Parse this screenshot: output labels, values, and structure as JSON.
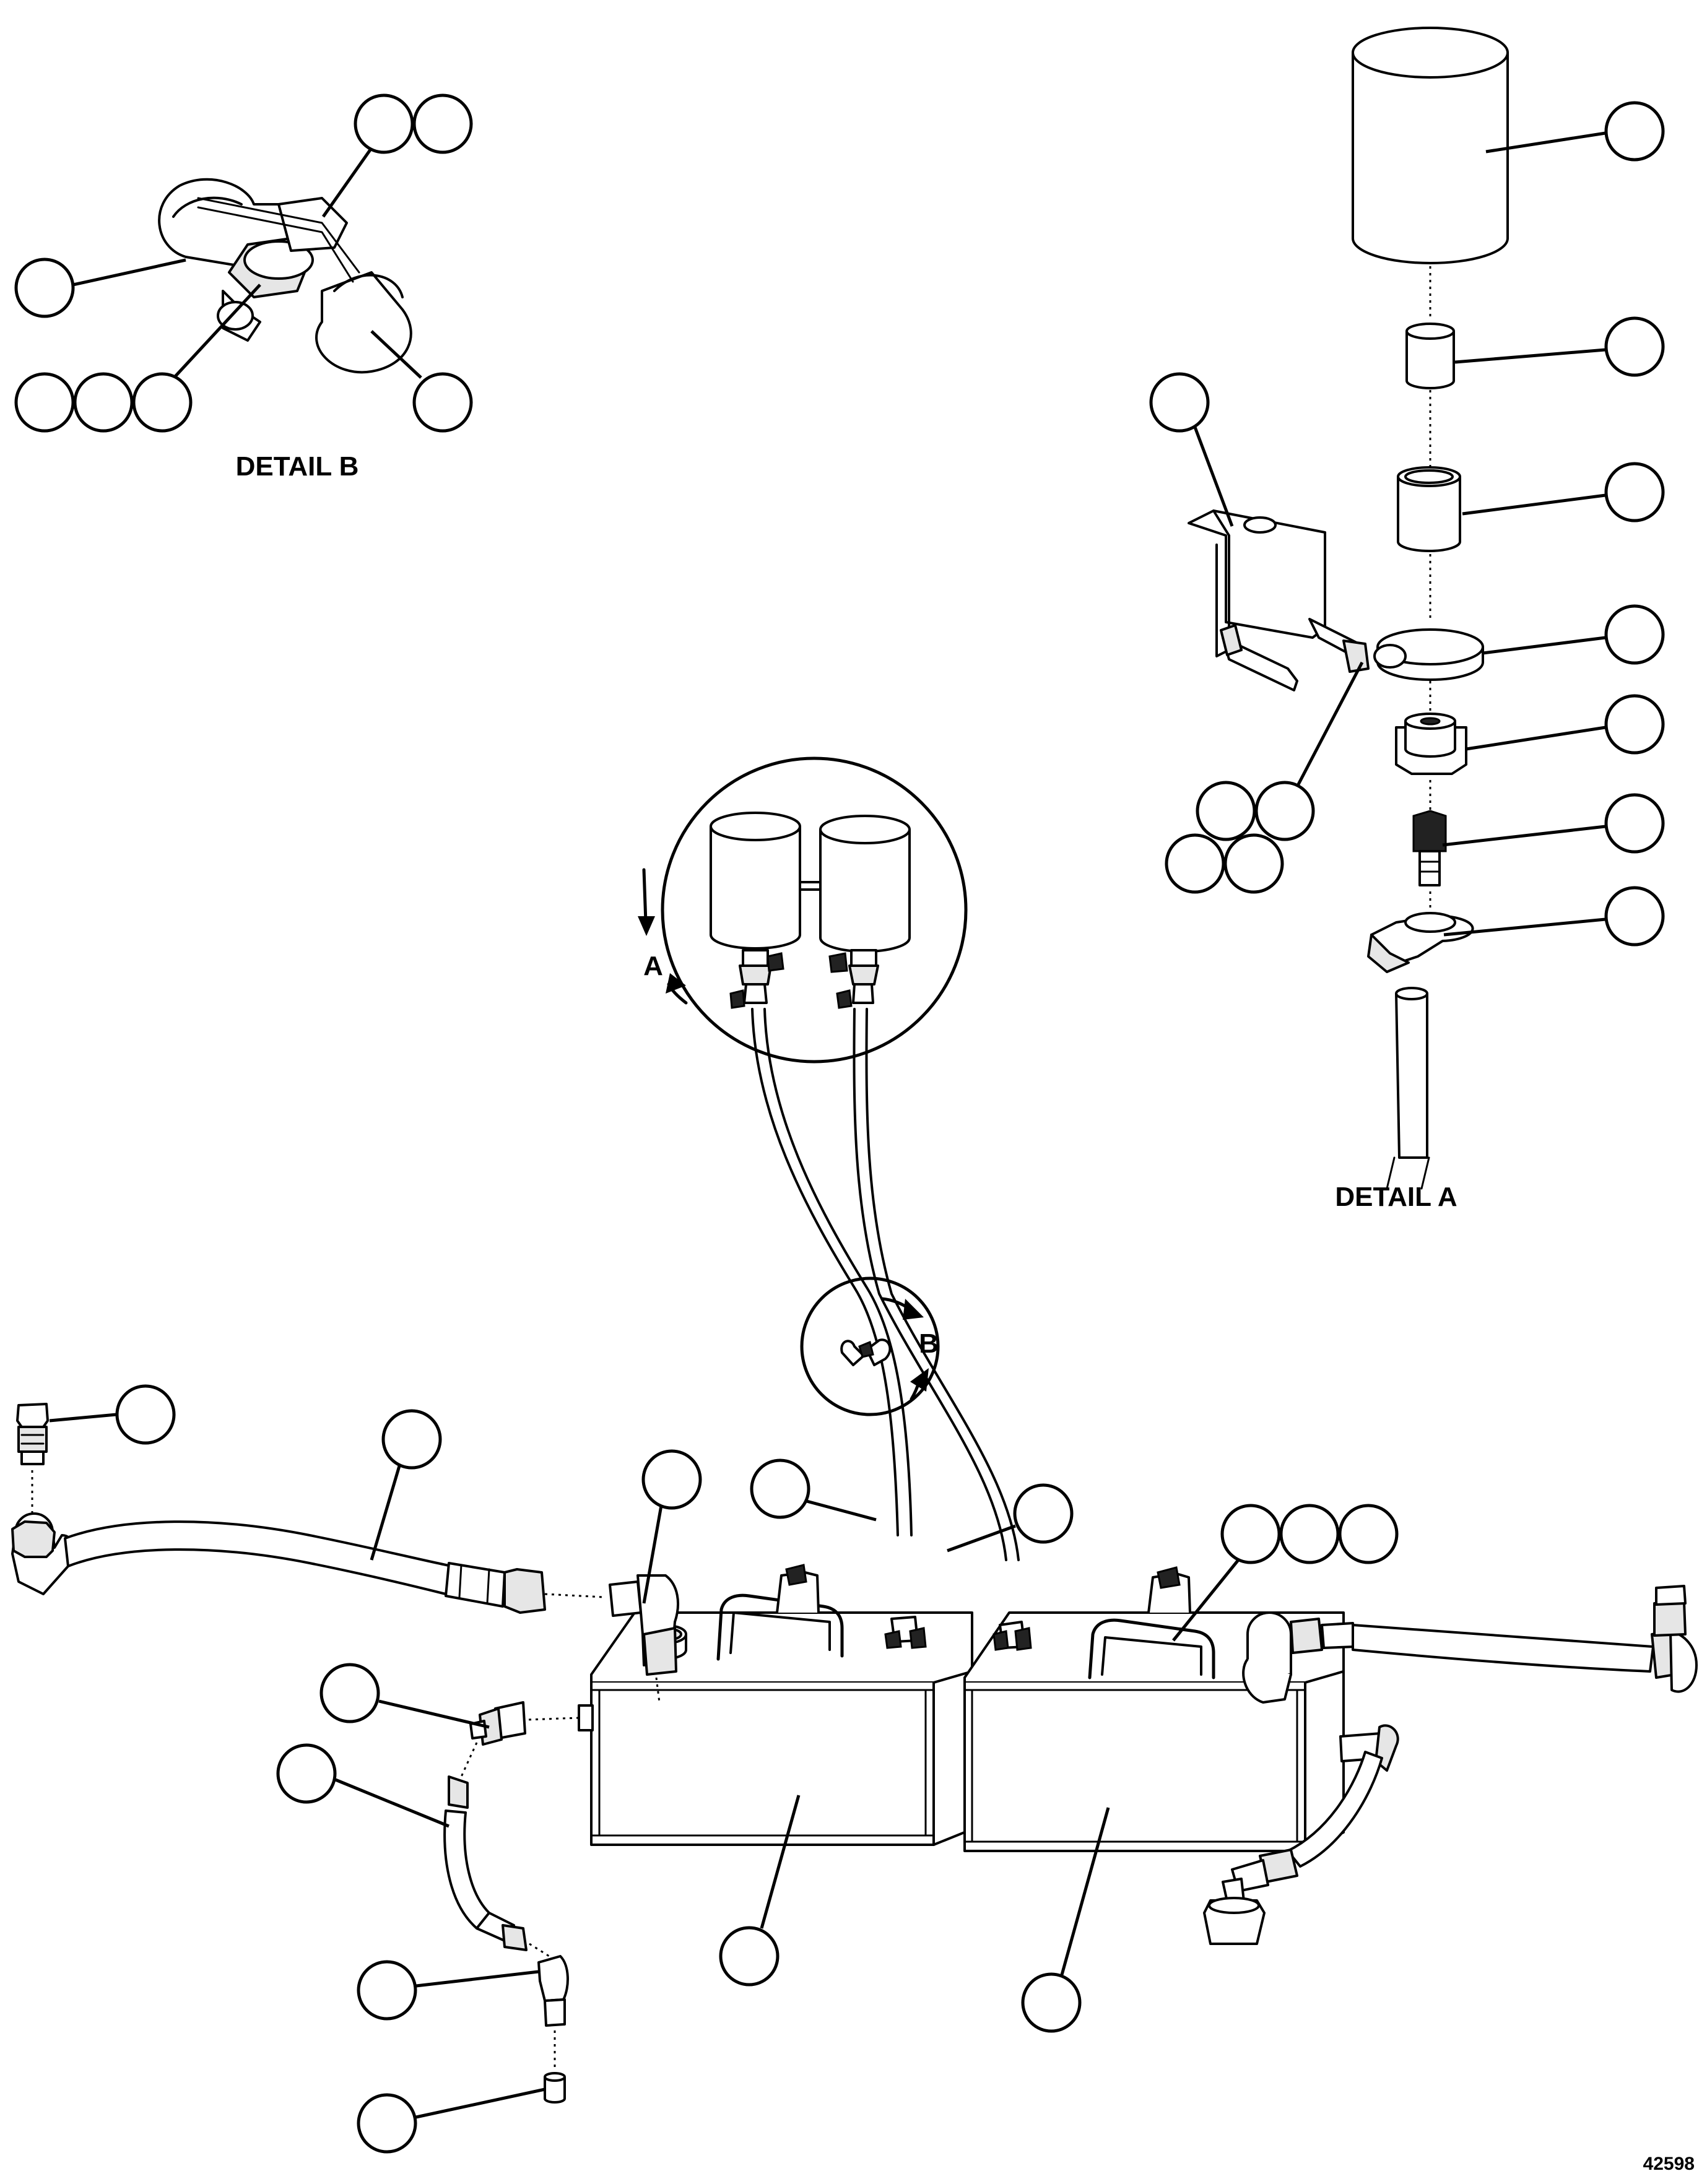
{
  "captions": {
    "detail_a": "DETAIL A",
    "detail_b": "DETAIL B"
  },
  "view_markers": {
    "a": "A",
    "b": "B"
  },
  "document_number": "42598"
}
